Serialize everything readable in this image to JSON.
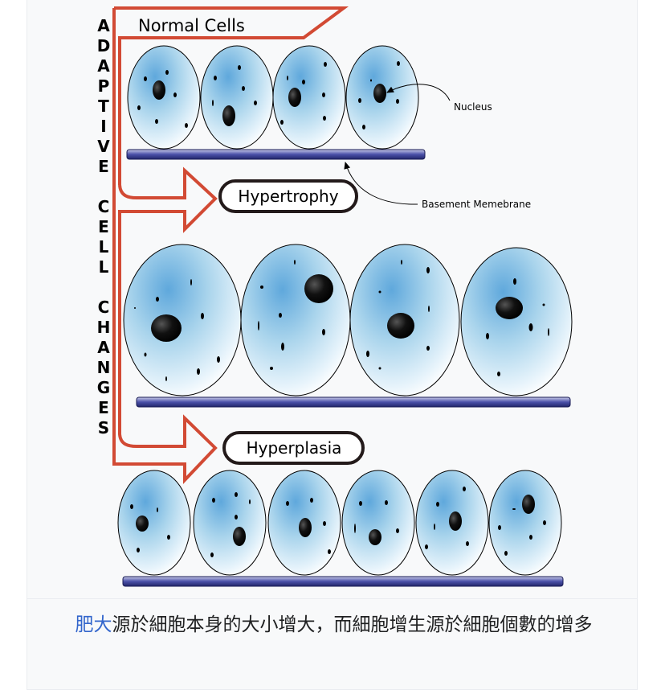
{
  "figure": {
    "side_title": "A\nD\nA\nP\nT\nI\nV\nE\n\nC\nE\nL\nL\n\nC\nH\nA\nN\nG\nE\nS",
    "normal_label": "Normal Cells",
    "hypertrophy_label": "Hypertrophy",
    "hyperplasia_label": "Hyperplasia",
    "nucleus_label": "Nucleus",
    "membrane_label": "Basement Memebrane",
    "colors": {
      "arrow": "#d24a34",
      "membrane": "#3a3f8f",
      "cell": "#a9d4ec"
    }
  },
  "caption": {
    "link_text": "肥大",
    "text": "源於細胞本身的大小增大，而細胞增生源於細胞個數的增多"
  }
}
